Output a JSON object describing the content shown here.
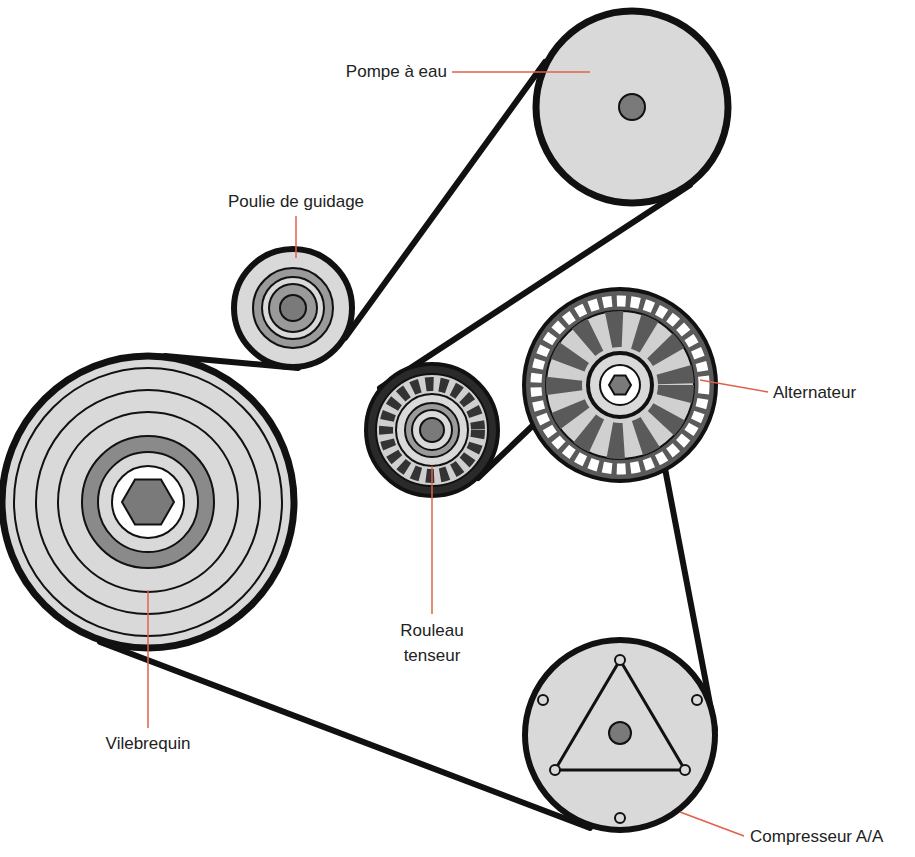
{
  "diagram": {
    "labels": [
      "Pompe à eau",
      "Poulie de guidage",
      "Alternateur",
      "Rouleau tenseur",
      "Vilebrequin",
      "Compresseur A/A"
    ]
  }
}
